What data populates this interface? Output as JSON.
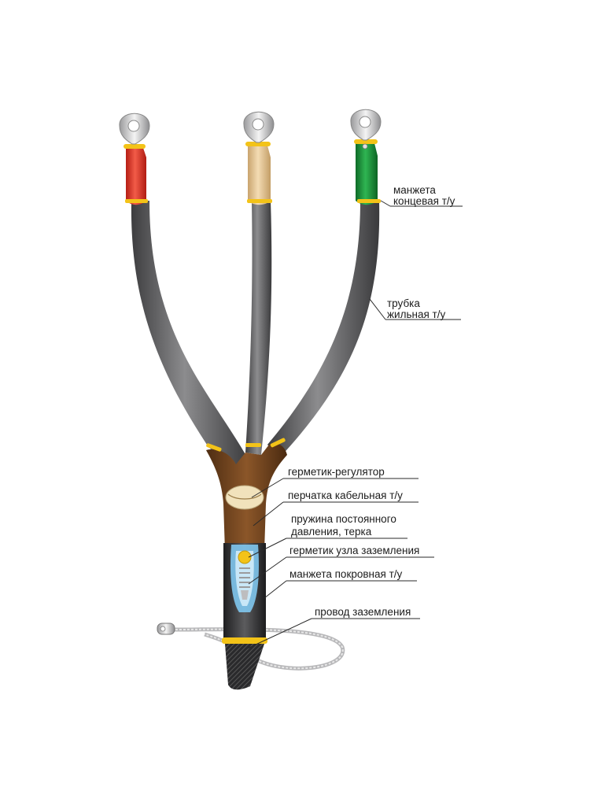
{
  "labels": {
    "cuff_end": [
      "манжета",
      "концевая т/у"
    ],
    "core_tube": [
      "трубка",
      "жильная т/у"
    ],
    "sealant_regulator": "герметик-регулятор",
    "cable_glove": "перчатка кабельная т/у",
    "spring": [
      "пружина постоянного",
      "давления, терка"
    ],
    "ground_sealant": "герметик узла заземления",
    "cover_cuff": "манжета покровная т/у",
    "ground_wire": "провод заземления"
  },
  "colors": {
    "phase_red": "#e23a2b",
    "phase_beige": "#e6c79a",
    "phase_green": "#1f9a3e",
    "core_tube": "#5a5a5c",
    "glove": "#7a4a22",
    "cover_cuff": "#3b3b3d",
    "accent_yellow": "#f3c318",
    "sealant_blue": "#7fc6ee"
  }
}
